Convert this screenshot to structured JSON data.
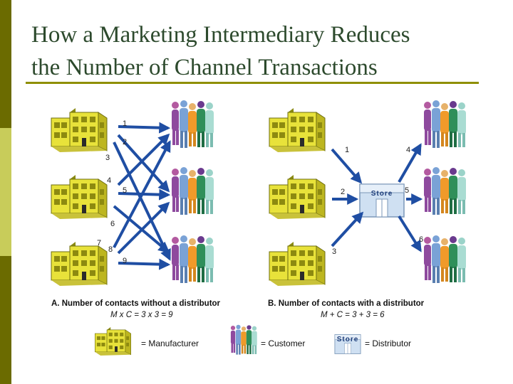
{
  "title_line1": "How a Marketing Intermediary Reduces",
  "title_line2": "the Number of Channel Transactions",
  "panel_a": {
    "caption": "A. Number of contacts without a distributor",
    "formula": "M x C = 3 x 3 = 9",
    "arrow_labels": [
      "1",
      "2",
      "3",
      "4",
      "5",
      "6",
      "7",
      "8",
      "9"
    ]
  },
  "panel_b": {
    "caption": "B. Number of contacts with a distributor",
    "formula": "M + C = 3 + 3 = 6",
    "arrow_labels": [
      "1",
      "2",
      "3",
      "4",
      "5",
      "6"
    ],
    "store_label": "Store"
  },
  "legend": {
    "manufacturer": "= Manufacturer",
    "customer": "= Customer",
    "distributor": "= Distributor",
    "store_label": "Store"
  },
  "colors": {
    "arrow": "#1f4ea3",
    "building": "#e8e23a",
    "store": "#cfe0f2",
    "title": "#2d4a2d",
    "accent_bar": "#6b6b00"
  }
}
